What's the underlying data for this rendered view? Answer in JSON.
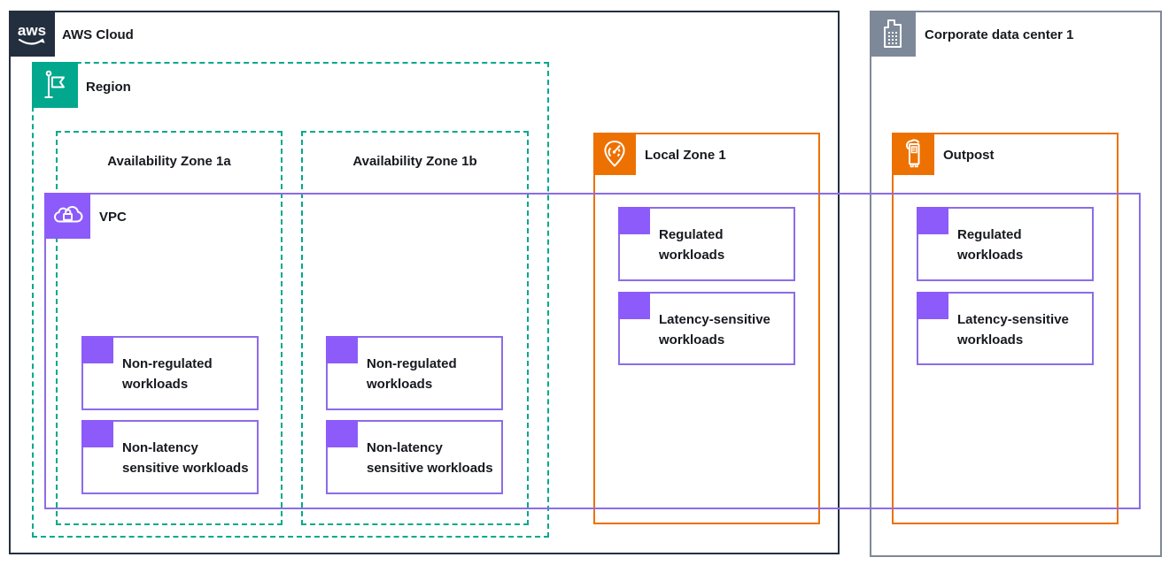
{
  "diagram": {
    "aws_cloud": {
      "label": "AWS Cloud",
      "icon": "aws-logo-icon"
    },
    "corporate_dc": {
      "label": "Corporate data center 1",
      "icon": "building-icon"
    },
    "region": {
      "label": "Region",
      "icon": "flag-icon"
    },
    "az_1a": {
      "label": "Availability Zone 1a"
    },
    "az_1b": {
      "label": "Availability Zone 1b"
    },
    "vpc": {
      "label": "VPC",
      "icon": "cloud-lock-icon"
    },
    "local_zone": {
      "label": "Local Zone 1",
      "icon": "location-pin-icon"
    },
    "outpost": {
      "label": "Outpost",
      "icon": "outpost-server-icon"
    },
    "workloads": {
      "az_1a": [
        {
          "lines": [
            "Non-regulated",
            "workloads"
          ]
        },
        {
          "lines": [
            "Non-latency",
            "sensitive workloads"
          ]
        }
      ],
      "az_1b": [
        {
          "lines": [
            "Non-regulated",
            "workloads"
          ]
        },
        {
          "lines": [
            "Non-latency",
            "sensitive workloads"
          ]
        }
      ],
      "local_zone": [
        {
          "lines": [
            "Regulated",
            "workloads"
          ]
        },
        {
          "lines": [
            "Latency-sensitive",
            "workloads"
          ]
        }
      ],
      "outpost": [
        {
          "lines": [
            "Regulated",
            "workloads"
          ]
        },
        {
          "lines": [
            "Latency-sensitive",
            "workloads"
          ]
        }
      ]
    },
    "colors": {
      "dark_navy": "#232F3E",
      "teal": "#01A88D",
      "purple": "#8C4FFF",
      "orange": "#ED7100",
      "gray": "#7D8998",
      "text": "#16191F"
    }
  }
}
